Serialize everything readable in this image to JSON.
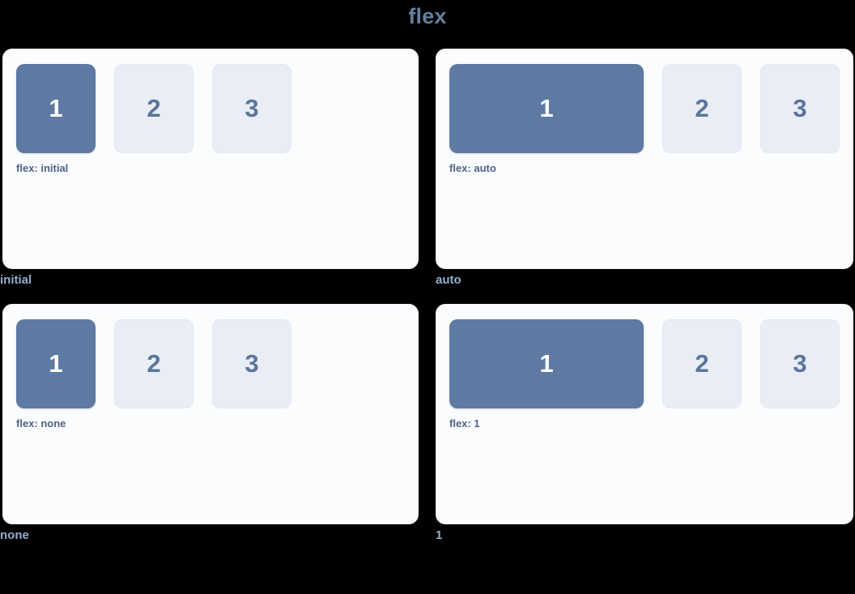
{
  "page": {
    "title": "flex",
    "background_color": "#000000",
    "title_color": "#64809f"
  },
  "colors": {
    "panel_background": "#fbfcfe",
    "box_primary": "#5e7aa3",
    "box_primary_text": "#ffffff",
    "box_muted": "#e9eef6",
    "box_muted_text": "#5b759c",
    "panel_label_text": "#4d6383",
    "caption_text": "#94aecd"
  },
  "panels": [
    {
      "caption": "initial",
      "label": "flex: initial",
      "flex_value": "initial",
      "boxes": [
        {
          "text": "1",
          "variant": "primary"
        },
        {
          "text": "2",
          "variant": "muted"
        },
        {
          "text": "3",
          "variant": "muted"
        }
      ]
    },
    {
      "caption": "auto",
      "label": "flex: auto",
      "flex_value": "auto",
      "boxes": [
        {
          "text": "1",
          "variant": "primary"
        },
        {
          "text": "2",
          "variant": "muted"
        },
        {
          "text": "3",
          "variant": "muted"
        }
      ]
    },
    {
      "caption": "none",
      "label": "flex: none",
      "flex_value": "none",
      "boxes": [
        {
          "text": "1",
          "variant": "primary"
        },
        {
          "text": "2",
          "variant": "muted"
        },
        {
          "text": "3",
          "variant": "muted"
        }
      ]
    },
    {
      "caption": "1",
      "label": "flex: 1",
      "flex_value": "1",
      "boxes": [
        {
          "text": "1",
          "variant": "primary"
        },
        {
          "text": "2",
          "variant": "muted"
        },
        {
          "text": "3",
          "variant": "muted"
        }
      ]
    }
  ]
}
